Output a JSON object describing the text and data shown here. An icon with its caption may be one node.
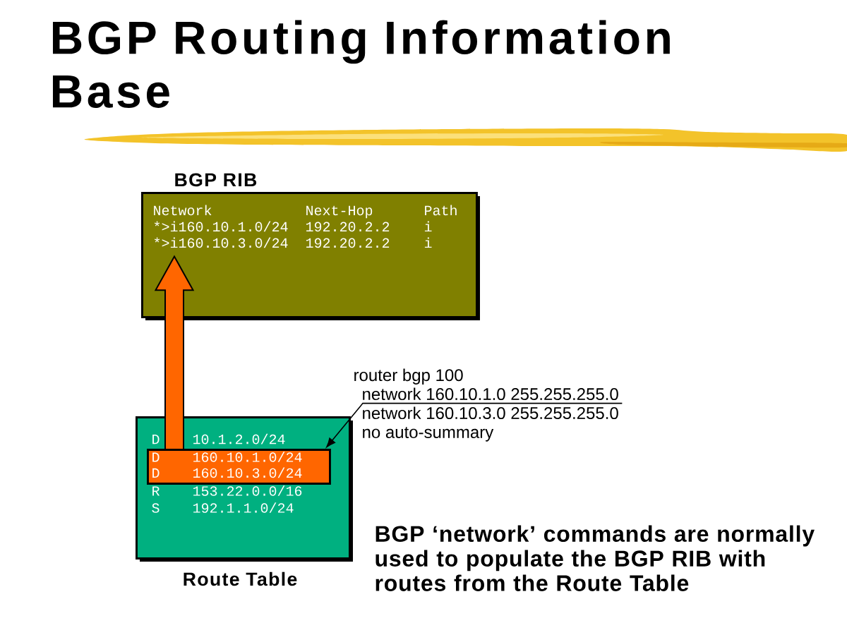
{
  "diagram": {
    "title": "BGP Routing Information Base",
    "nodes": [
      {
        "text": [
          "BGP RIB",
          "Network",
          "Next-Hop",
          "Path",
          "*>i160.10.1.0/24",
          "192.20.2.2",
          "i",
          "*>i160.10.3.0/24",
          "192.20.2.2",
          "i"
        ]
      },
      {
        "text": [
          "D",
          "10.1.2.0/24",
          "R",
          "153.22.0.0/16",
          "S",
          "192.1.1.0/24",
          "Route Table"
        ]
      },
      {
        "text": [
          "D",
          "160.10.1.0/24",
          "D",
          "160.10.3.0/24"
        ],
        "in": 1
      },
      {
        "text": [
          "router bgp 100",
          "network 160.10.1.0 255.255.255.0",
          "network 160.10.3.0 255.255.255.0",
          "no auto-summary"
        ]
      }
    ],
    "edges": [
      {
        "from": 2,
        "to": 0,
        "arrow": "to",
        "style": "thick",
        "color": "#ff6600"
      },
      {
        "from": 3,
        "to": 2,
        "arrow": "to",
        "color": "#000000"
      }
    ],
    "labels": [
      "BGP ‘network’ commands are normally used to populate the BGP RIB with routes from the Route Table"
    ]
  }
}
